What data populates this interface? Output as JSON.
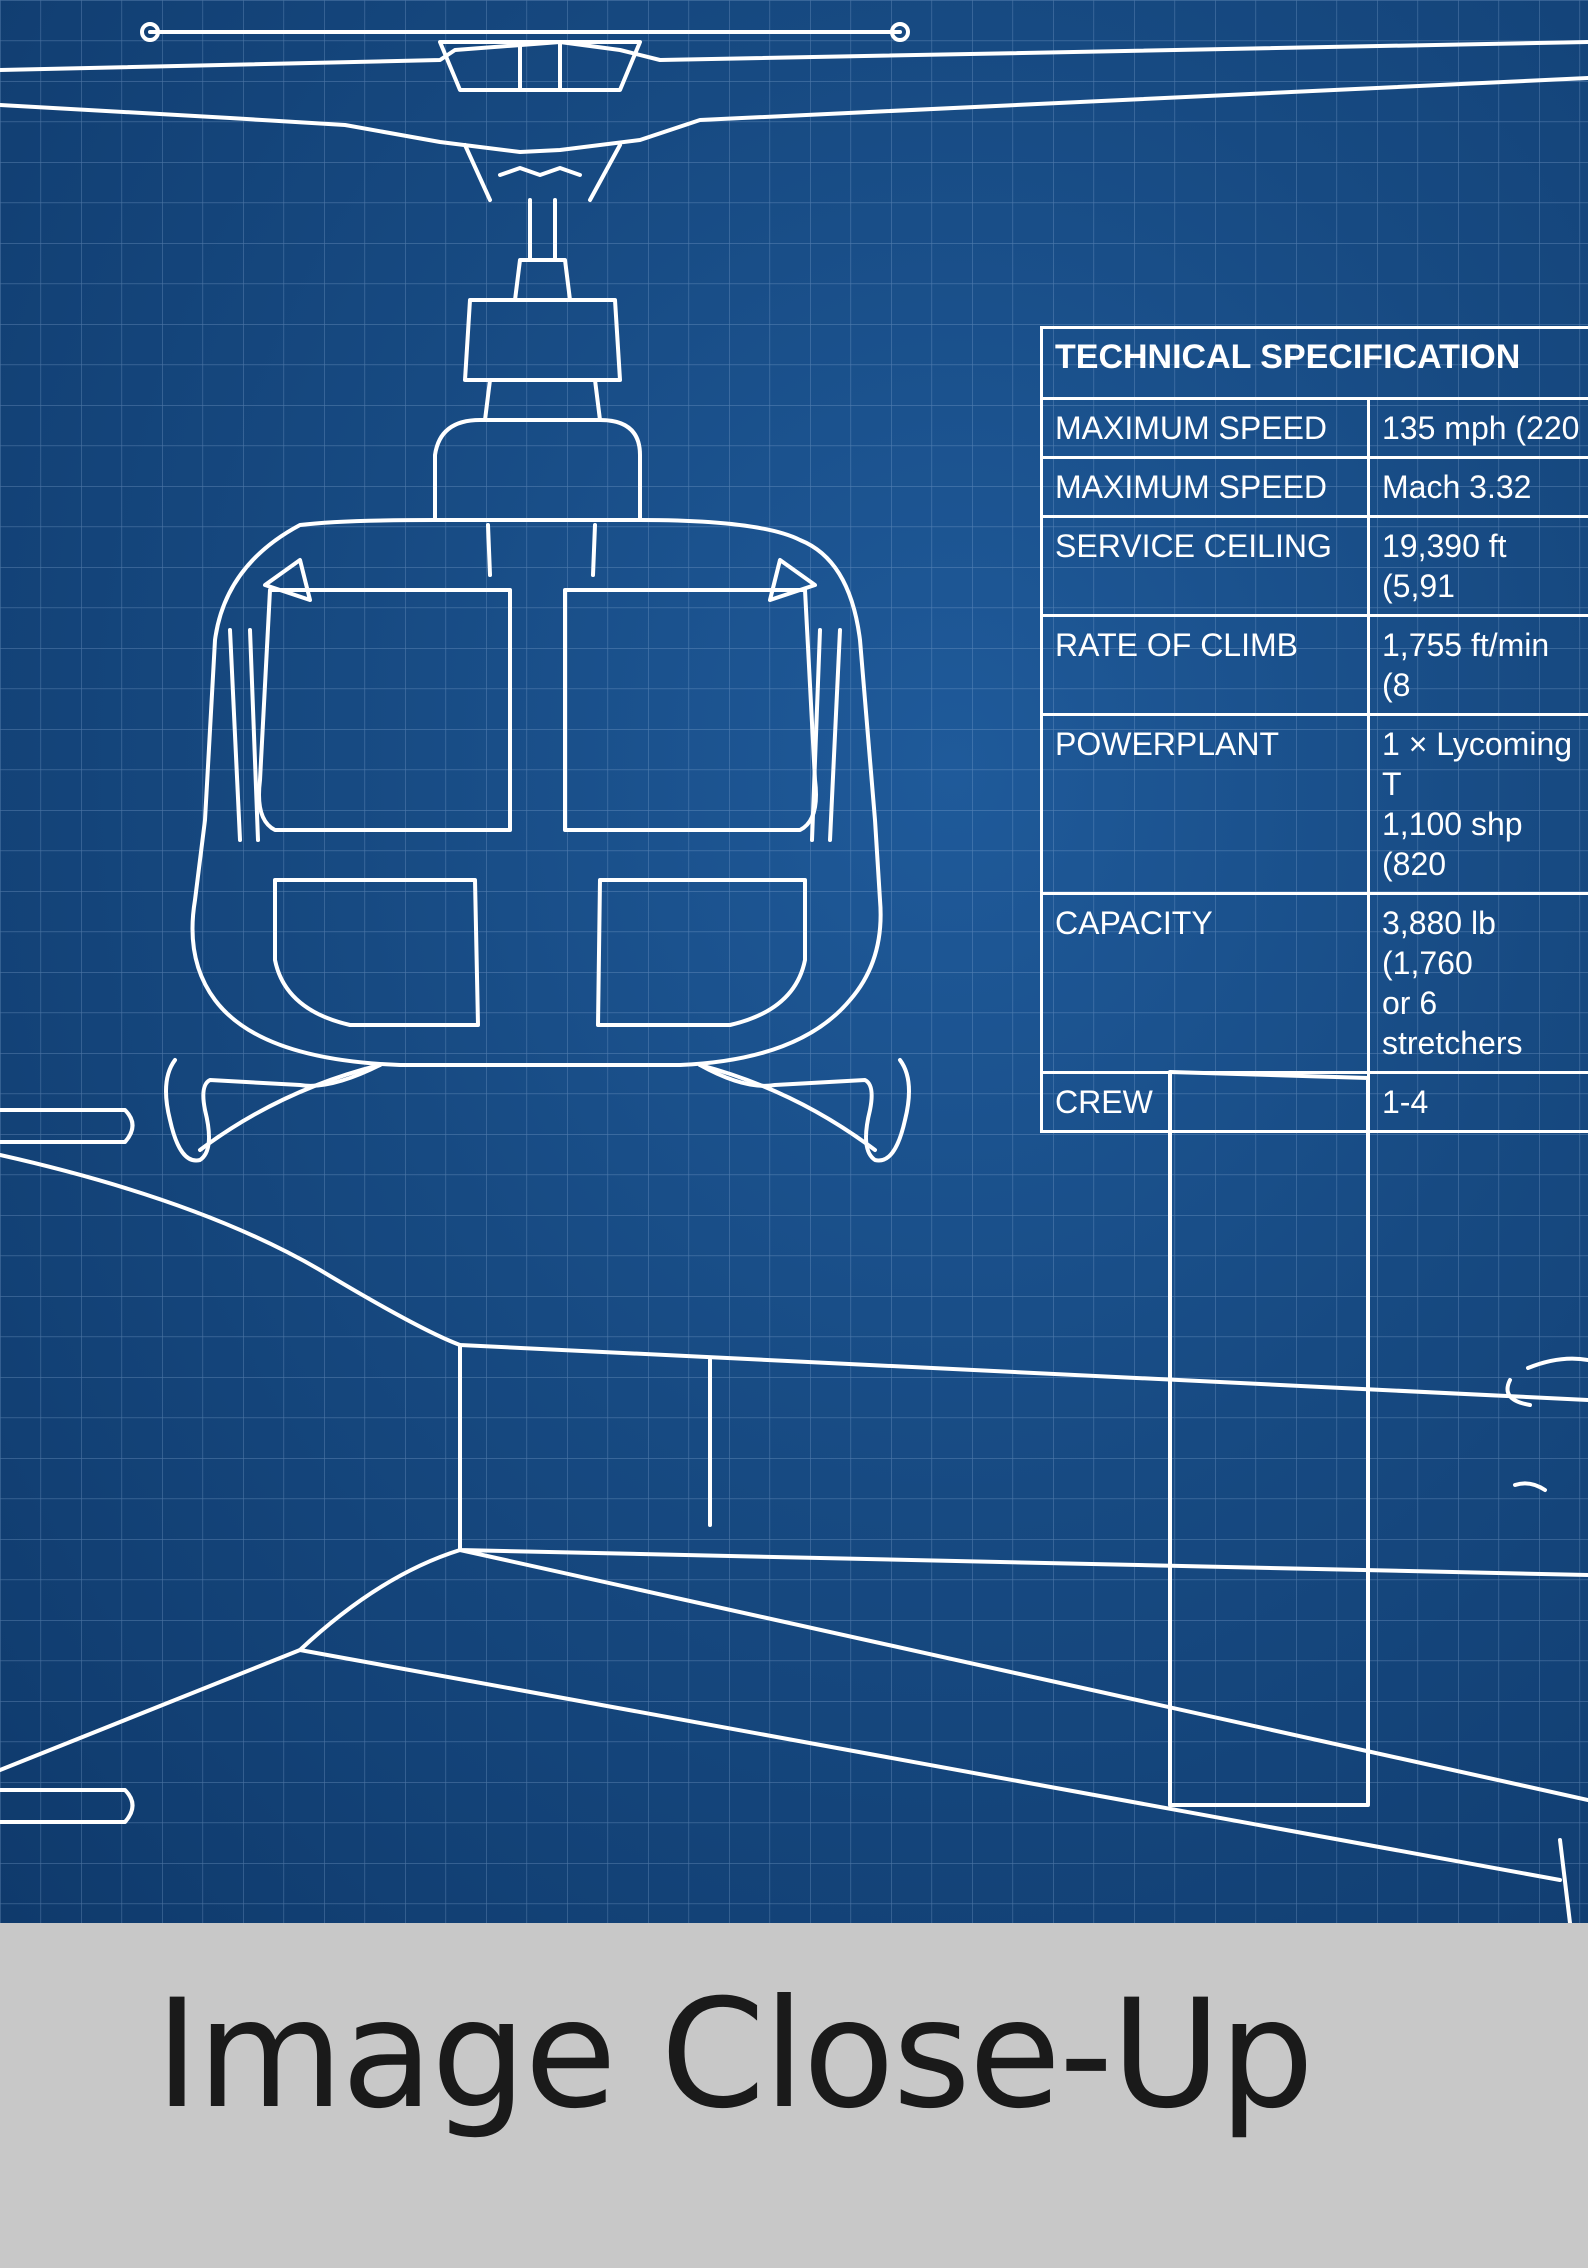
{
  "spec_table": {
    "title": "TECHNICAL SPECIFICATION",
    "rows": [
      {
        "label": "MAXIMUM SPEED",
        "value": "135 mph (220"
      },
      {
        "label": "MAXIMUM SPEED",
        "value": "Mach 3.32"
      },
      {
        "label": "SERVICE CEILING",
        "value": "19,390 ft (5,91"
      },
      {
        "label": "RATE OF CLIMB",
        "value": "1,755 ft/min (8"
      },
      {
        "label": "POWERPLANT",
        "value": "1 × Lycoming T\n1,100 shp (820"
      },
      {
        "label": "CAPACITY",
        "value": "3,880 lb (1,760\nor 6 stretchers"
      },
      {
        "label": "CREW",
        "value": "1-4"
      }
    ]
  },
  "caption": "Image Close-Up",
  "colors": {
    "blueprint_bg": "#174a82",
    "line": "#ffffff",
    "grid": "#8fb0d8",
    "caption_bar": "#c8c8c8",
    "caption_text": "#1a1a1a"
  }
}
